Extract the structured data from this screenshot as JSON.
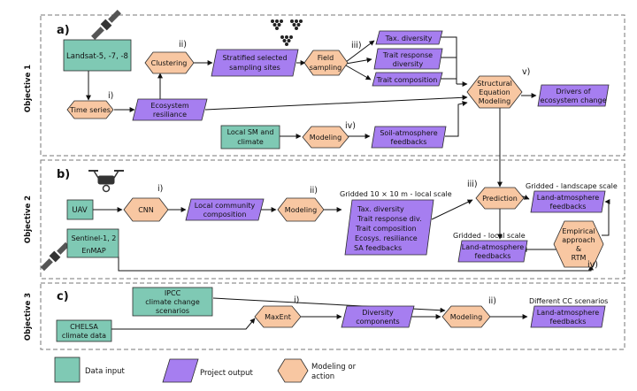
{
  "objectives": [
    "Objective 1",
    "Objective 2",
    "Objective 3"
  ],
  "sections": [
    "a)",
    "b)",
    "c)"
  ],
  "nodes": {
    "landsat": "Landsat-5, -7, -8",
    "time_series": "Time series",
    "clustering": "Clustering",
    "stratified": [
      "Stratified selected",
      "sampling sites"
    ],
    "field_sampling": [
      "Field",
      "sampling"
    ],
    "tax_div": "Tax. diversity",
    "trait_resp": [
      "Trait response",
      "diversity"
    ],
    "trait_comp": "Trait composition",
    "eco_res": [
      "Ecosystem",
      "resiliance"
    ],
    "sem": [
      "Structural",
      "Equation",
      "Modeling"
    ],
    "drivers": [
      "Drivers of",
      "ecosystem change"
    ],
    "local_sm": [
      "Local SM and",
      "climate"
    ],
    "modeling1": "Modeling",
    "soil_atm": [
      "Soil-atmosphere",
      "feedbacks"
    ],
    "uav": "UAV",
    "cnn": "CNN",
    "local_comm": [
      "Local community",
      "composition"
    ],
    "modeling2": "Modeling",
    "gridded_local_title": "Gridded 10 × 10 m - local scale",
    "gridded_list": [
      "Tax. diversity",
      "Trait response div.",
      "Trait composition",
      "Ecosys. resiliance",
      "SA feedbacks"
    ],
    "prediction": "Prediction",
    "gridded_landscape_title": "Gridded - landscape scale",
    "land_atm1": [
      "Land-atmosphere",
      "feedbacks"
    ],
    "gridded_local2_title": "Gridded - local scale",
    "land_atm2": [
      "Land-atmosphere",
      "feedbacks"
    ],
    "empirical": [
      "Empirical",
      "approach",
      "&",
      "RTM"
    ],
    "sentinel": [
      "Sentinel-1, 2",
      "EnMAP"
    ],
    "ipcc": [
      "IPCC",
      "climate change",
      "scenarios"
    ],
    "chelsa": [
      "CHELSA",
      "climate data"
    ],
    "maxent": "MaxEnt",
    "diversity_comp": [
      "Diversity",
      "components"
    ],
    "modeling3": "Modeling",
    "cc_title": "Different CC scenarios",
    "land_atm3": [
      "Land-atmosphere",
      "feedbacks"
    ]
  },
  "step_labels": {
    "a_i": "i)",
    "a_ii": "ii)",
    "a_iii": "iii)",
    "a_iv": "iv)",
    "a_v": "v)",
    "b_i": "i)",
    "b_ii": "ii)",
    "b_iii": "iii)",
    "b_iv": "iv)",
    "c_i": "i)",
    "c_ii": "ii)"
  },
  "legend": {
    "data_input": "Data input",
    "project_output": "Project output",
    "modeling_action": [
      "Modeling or",
      "action"
    ]
  },
  "colors": {
    "data_input": "#7fc9b4",
    "project_output": "#a67ef0",
    "modeling_action": "#f8c7a2"
  },
  "icons": [
    "satellite-icon",
    "trees-icon",
    "drone-icon"
  ]
}
